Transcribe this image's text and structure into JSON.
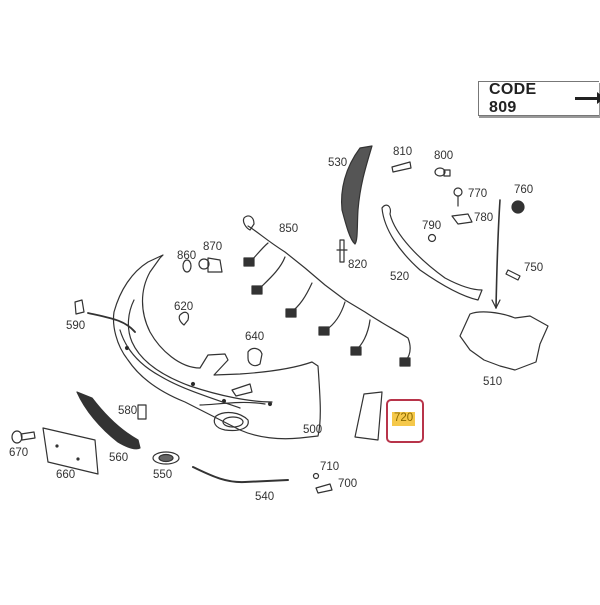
{
  "code_badge": {
    "text": "CODE  809",
    "arrow_icon": "arrow-right-icon"
  },
  "highlight": {
    "label": "720",
    "fill": "#f5c84a",
    "border": "#b8344a"
  },
  "parts": {
    "p500": "500",
    "p510": "510",
    "p520": "520",
    "p530": "530",
    "p540": "540",
    "p550": "550",
    "p560": "560",
    "p580": "580",
    "p590": "590",
    "p620": "620",
    "p640": "640",
    "p660": "660",
    "p670": "670",
    "p700": "700",
    "p710": "710",
    "p750": "750",
    "p760": "760",
    "p770": "770",
    "p780": "780",
    "p790": "790",
    "p800": "800",
    "p810": "810",
    "p820": "820",
    "p850": "850",
    "p860": "860",
    "p870": "870"
  }
}
